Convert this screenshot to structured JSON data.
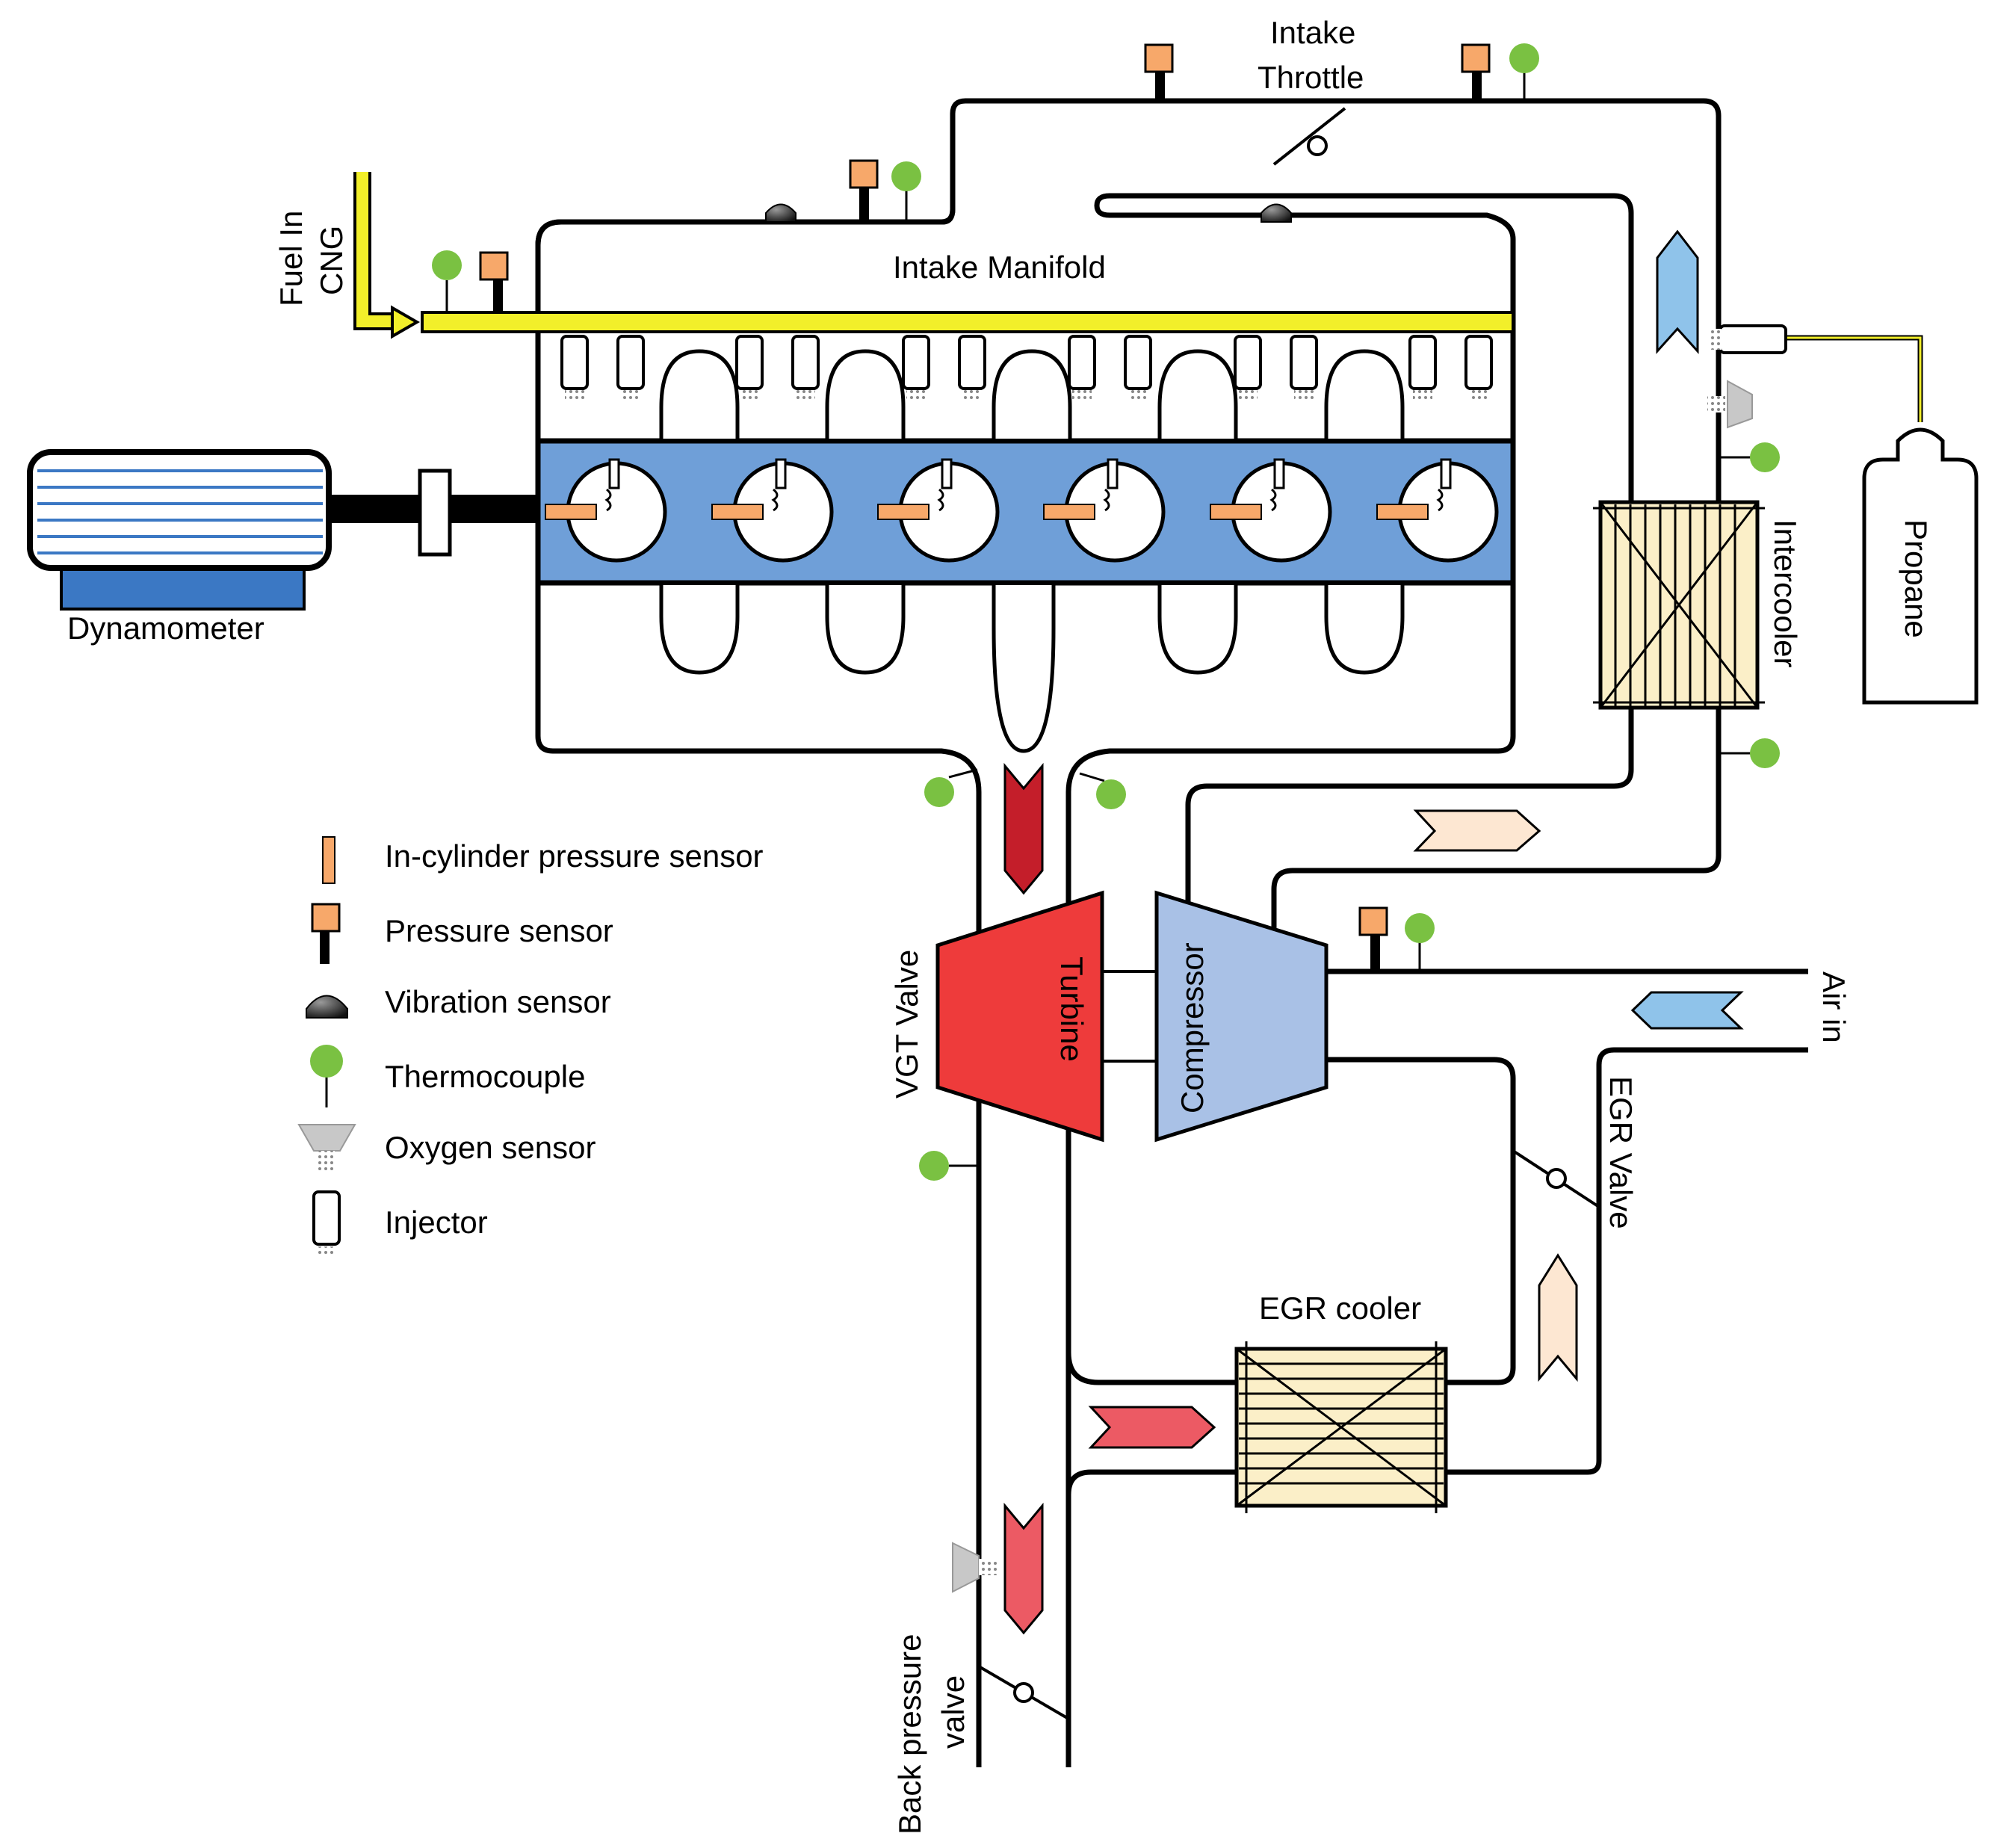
{
  "labels": {
    "intake_throttle_line1": "Intake",
    "intake_throttle_line2": "Throttle",
    "fuel_in_line1": "Fuel In",
    "fuel_in_line2": "CNG",
    "intake_manifold": "Intake Manifold",
    "dynamometer": "Dynamometer",
    "intercooler": "Intercooler",
    "propane": "Propane",
    "vgt_valve": "VGT Valve",
    "turbine": "Turbine",
    "compressor": "Compressor",
    "air_in": "Air in",
    "egr_valve": "EGR Valve",
    "egr_cooler": "EGR cooler",
    "back_pressure_line1": "Back pressure",
    "back_pressure_line2": "valve"
  },
  "legend": [
    {
      "icon": "in-cylinder-pressure-sensor-icon",
      "label": "In-cylinder pressure sensor"
    },
    {
      "icon": "pressure-sensor-icon",
      "label": "Pressure sensor"
    },
    {
      "icon": "vibration-sensor-icon",
      "label": "Vibration sensor"
    },
    {
      "icon": "thermocouple-icon",
      "label": "Thermocouple"
    },
    {
      "icon": "oxygen-sensor-icon",
      "label": "Oxygen sensor"
    },
    {
      "icon": "injector-icon",
      "label": "Injector"
    }
  ],
  "colors": {
    "engine_block": "#6f9fd8",
    "fuel_rail": "#f2ef2a",
    "pressure_sensor": "#f7a86a",
    "thermocouple": "#7ac142",
    "turbine": "#ee3b3b",
    "compressor": "#a9c1e6",
    "cooler": "#fbefc8",
    "dyno_base": "#3b78c4",
    "exhaust_arrow": "#c41e2a",
    "egr_arrow": "#ec5a64",
    "intake_arrow": "#fde7d2",
    "air_arrow": "#8fc3ea"
  }
}
